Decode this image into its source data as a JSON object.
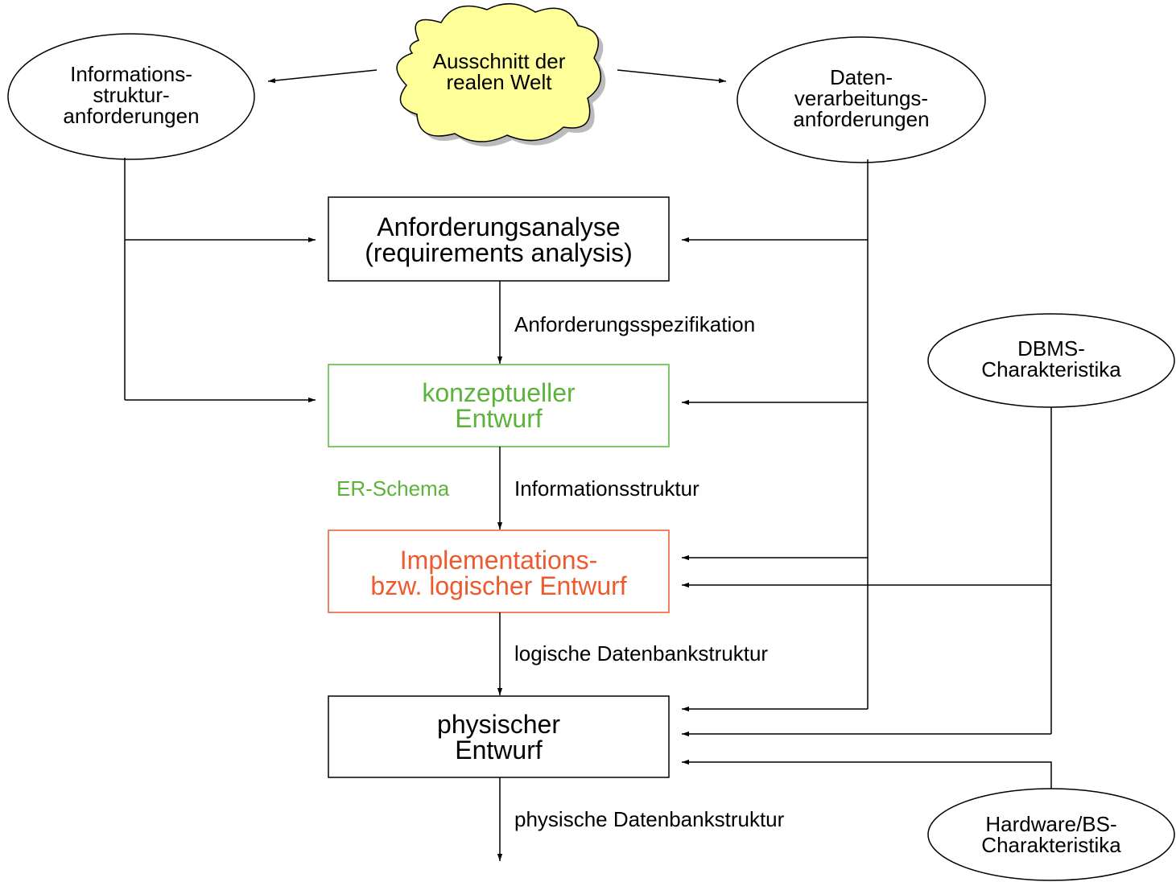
{
  "colors": {
    "line": "#000000",
    "conceptual": "#5bb33a",
    "logical": "#ec5a2e",
    "cloud_fill": "#ffff99",
    "cloud_shadow": "#bbbbbb"
  },
  "cloud": {
    "label": "Ausschnitt der\nrealen Welt"
  },
  "inputs": {
    "info_struct": "Informations-\nstruktur-\nanforderungen",
    "data_proc": "Daten-\nverarbeitungs-\nanforderungen",
    "dbms": "DBMS-\nCharakteristika",
    "hardware": "Hardware/BS-\nCharakteristika"
  },
  "phases": {
    "requirements": "Anforderungsanalyse\n(requirements analysis)",
    "conceptual": "konzeptueller\nEntwurf",
    "logical": "Implementations-\nbzw. logischer Entwurf",
    "physical": "physischer\nEntwurf"
  },
  "flows": {
    "spec": "Anforderungsspezifikation",
    "er_schema": "ER-Schema",
    "info_structure": "Informationsstruktur",
    "logical_db": "logische Datenbankstruktur",
    "physical_db": "physische Datenbankstruktur"
  }
}
